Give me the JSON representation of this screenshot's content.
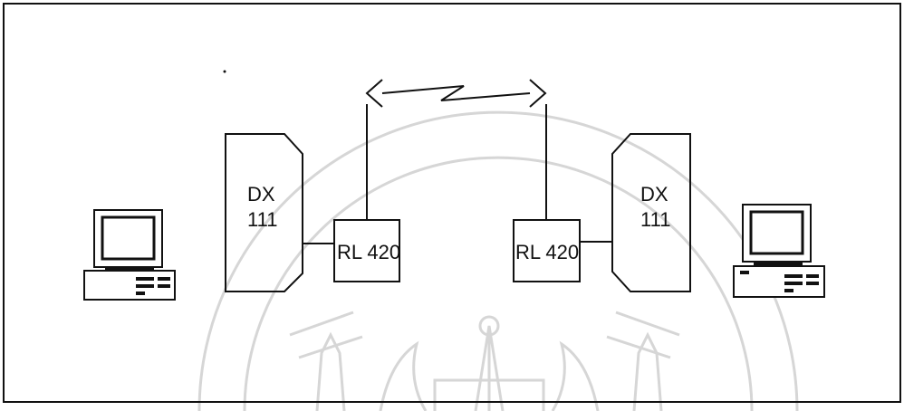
{
  "diagram": {
    "left_switch": {
      "line1": "DX",
      "line2": "111"
    },
    "right_switch": {
      "line1": "DX",
      "line2": "111"
    },
    "left_radio": {
      "label": "RL 420"
    },
    "right_radio": {
      "label": "RL 420"
    },
    "colors": {
      "ink": "#111111",
      "background": "#ffffff",
      "watermark": "#d6d6d6"
    },
    "icons": [
      "computer-icon",
      "radio-link-icon",
      "watermark-seal"
    ]
  }
}
